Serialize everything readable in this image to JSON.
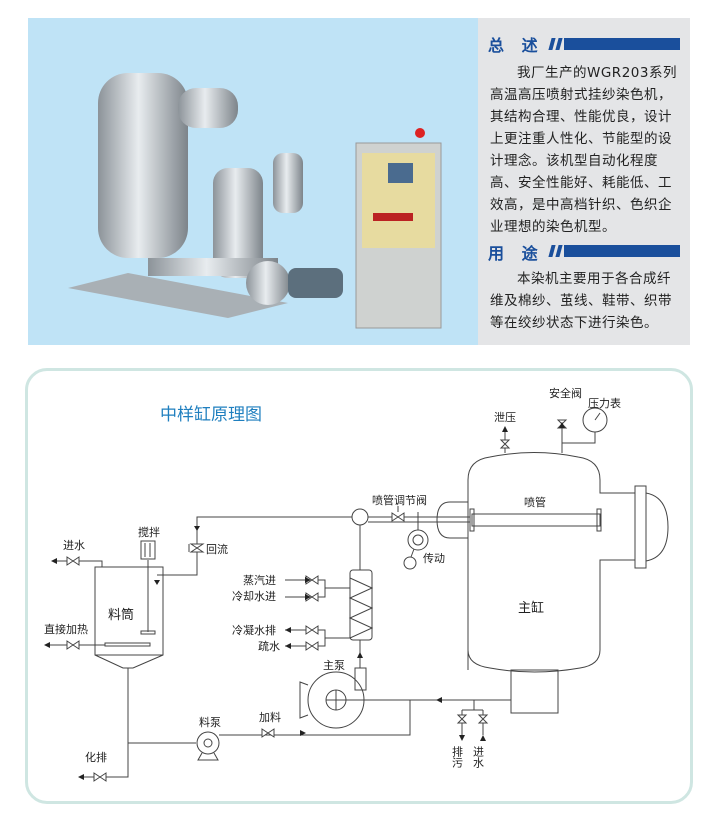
{
  "overview": {
    "title": "总 述",
    "text": "我厂生产的WGR203系列高温高压喷射式挂纱染色机，其结构合理、性能优良，设计上更注重人性化、节能型的设计理念。该机型自动化程度高、安全性能好、耗能低、工效高，是中高档针织、色织企业理想的染色机型。"
  },
  "usage": {
    "title": "用 途",
    "text": "本染机主要用于各合成纤维及棉纱、茧线、鞋带、织带等在绞纱状态下进行染色。"
  },
  "diagram": {
    "title": "中样缸原理图",
    "labels": {
      "agitator": "搅拌",
      "water_in": "进水",
      "return_flow": "回流",
      "mix_tank": "料筒",
      "direct_heat": "直接加热",
      "chem_drain": "化排",
      "feed_pump": "料泵",
      "feeding": "加料",
      "main_pump": "主泵",
      "steam_in": "蒸汽进",
      "cooling_in": "冷却水进",
      "condensate_out": "冷凝水排",
      "drain_water": "疏水",
      "nozzle_valve": "喷管调节阀",
      "drive": "传动",
      "nozzle": "喷管",
      "main_vessel": "主缸",
      "pressure_relief": "泄压",
      "safety_valve": "安全阀",
      "pressure_gauge": "压力表",
      "sewage": "排污",
      "inlet_water": "进水"
    }
  },
  "colors": {
    "accent": "#1a4f9c",
    "photo_bg": "#bfe3f6",
    "panel_bg": "#e4e5e7",
    "frame": "#cfe6e2",
    "title": "#1f7fbf"
  }
}
